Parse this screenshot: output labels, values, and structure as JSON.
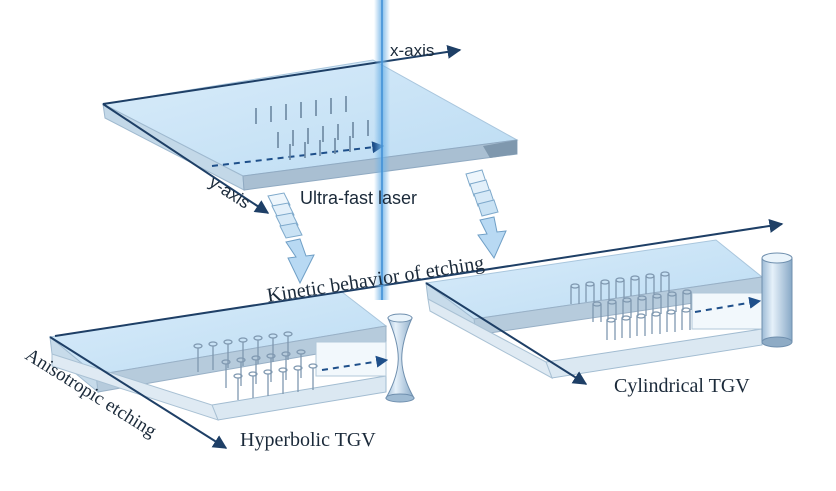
{
  "labels": {
    "x_axis": "x-axis",
    "y_axis": "y-axis",
    "ultra_fast_laser": "Ultra-fast laser",
    "kinetic_behavior": "Kinetic behavior of etching",
    "anisotropic_etching": "Anisotropic etching",
    "hyperbolic_tgv": "Hyperbolic TGV",
    "cylindrical_tgv": "Cylindrical TGV"
  },
  "colors": {
    "glass_top": "#cfe6f7",
    "glass_side": "#a9c3d8",
    "glass_front": "#dde9f3",
    "laser_beam": "#6fb2e6",
    "axis_line": "#1e3f66",
    "via": "#7f98b0",
    "arrow_fill": "#b8d9f3",
    "arrow_stroke": "#6f9fc6"
  }
}
